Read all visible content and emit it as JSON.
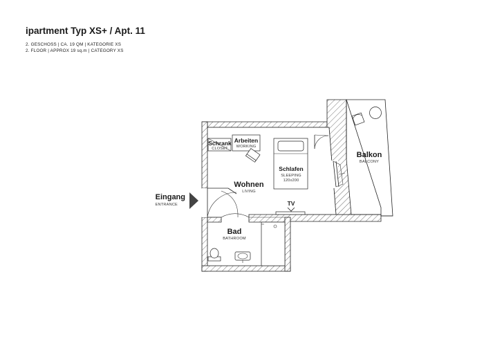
{
  "header": {
    "title": "ipartment Typ XS+ / Apt. 11",
    "subtitle_de": "2. GESCHOSS | CA. 19 QM | KATEGORIE XS",
    "subtitle_en": "2. FLOOR | APPROX 19 sq.m | CATEGORY XS"
  },
  "rooms": {
    "wohnen": {
      "name": "Wohnen",
      "sub": "LIVING"
    },
    "schlafen": {
      "name": "Schlafen",
      "sub": "SLEEPING",
      "size": "120x200"
    },
    "arbeiten": {
      "name": "Arbeiten",
      "sub": "WORKING"
    },
    "schrank": {
      "name": "Schrank",
      "sub": "CLOSET"
    },
    "balkon": {
      "name": "Balkon",
      "sub": "BALCONY"
    },
    "bad": {
      "name": "Bad",
      "sub": "BATHROOM"
    },
    "tv": {
      "name": "TV"
    }
  },
  "entrance": {
    "name": "Eingang",
    "sub": "ENTRANCE"
  }
}
